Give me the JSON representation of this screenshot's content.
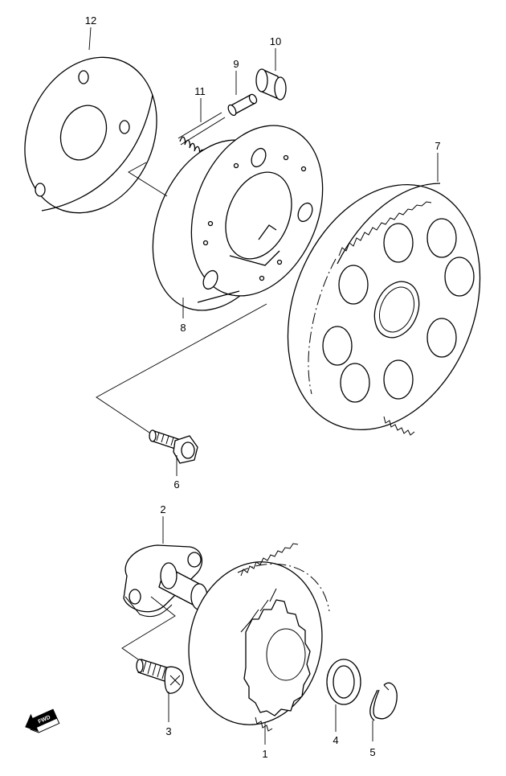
{
  "callouts": [
    {
      "id": "1",
      "label": "1"
    },
    {
      "id": "2",
      "label": "2"
    },
    {
      "id": "3",
      "label": "3"
    },
    {
      "id": "4",
      "label": "4"
    },
    {
      "id": "5",
      "label": "5"
    },
    {
      "id": "6",
      "label": "6"
    },
    {
      "id": "7",
      "label": "7"
    },
    {
      "id": "8",
      "label": "8"
    },
    {
      "id": "9",
      "label": "9"
    },
    {
      "id": "10",
      "label": "10"
    },
    {
      "id": "11",
      "label": "11"
    },
    {
      "id": "12",
      "label": "12"
    }
  ],
  "fwd_label": "FWD",
  "icons": {
    "direction": "fwd-arrow-icon"
  }
}
